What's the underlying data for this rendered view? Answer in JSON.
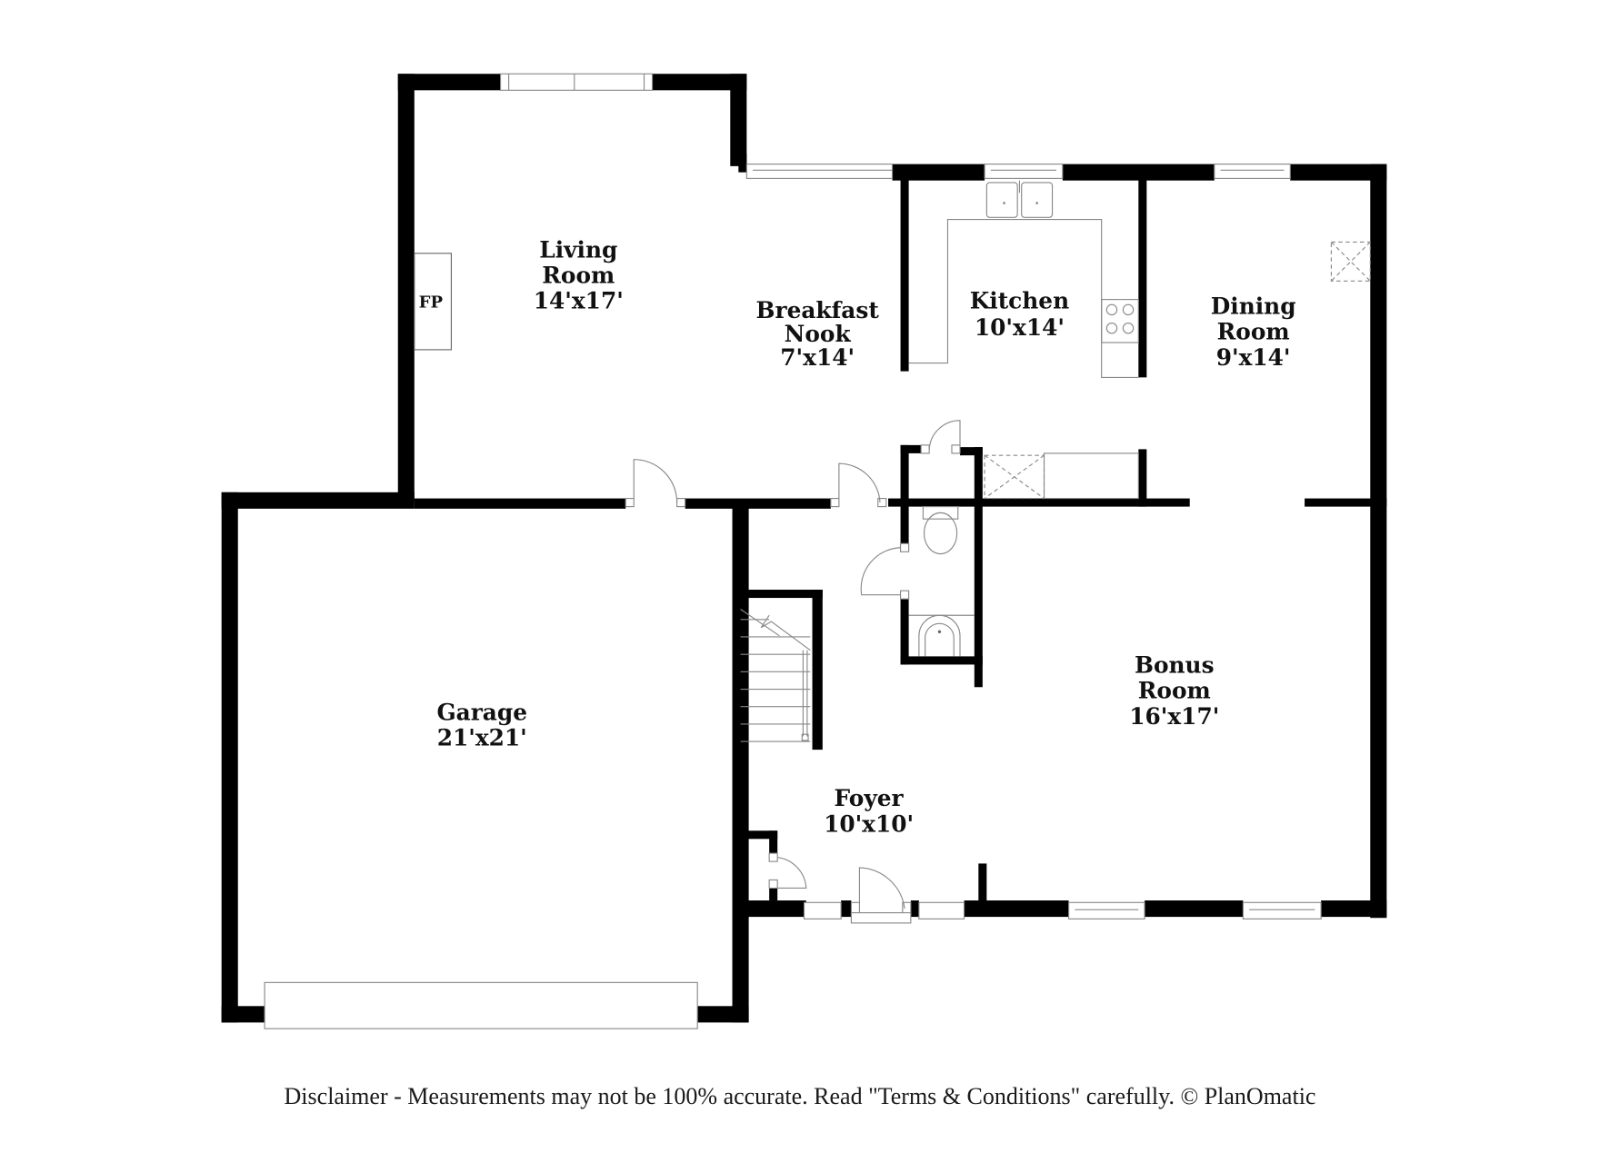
{
  "plan": {
    "rooms": [
      {
        "id": "living-room",
        "name_line1": "Living",
        "name_line2": "Room",
        "dimensions": "14'x17'"
      },
      {
        "id": "breakfast-nook",
        "name_line1": "Breakfast",
        "name_line2": "Nook",
        "dimensions": "7'x14'"
      },
      {
        "id": "kitchen",
        "name_line1": "Kitchen",
        "name_line2": "",
        "dimensions": "10'x14'"
      },
      {
        "id": "dining-room",
        "name_line1": "Dining",
        "name_line2": "Room",
        "dimensions": "9'x14'"
      },
      {
        "id": "garage",
        "name_line1": "Garage",
        "name_line2": "",
        "dimensions": "21'x21'"
      },
      {
        "id": "foyer",
        "name_line1": "Foyer",
        "name_line2": "",
        "dimensions": "10'x10'"
      },
      {
        "id": "bonus-room",
        "name_line1": "Bonus",
        "name_line2": "Room",
        "dimensions": "16'x17'"
      }
    ],
    "fixtures": {
      "fireplace_label": "FP"
    },
    "colors": {
      "wall": "#000000",
      "fixture_line": "#888888",
      "background": "#ffffff"
    }
  },
  "footer": {
    "disclaimer": "Disclaimer - Measurements may not be 100% accurate. Read \"Terms & Conditions\" carefully. © PlanOmatic"
  }
}
